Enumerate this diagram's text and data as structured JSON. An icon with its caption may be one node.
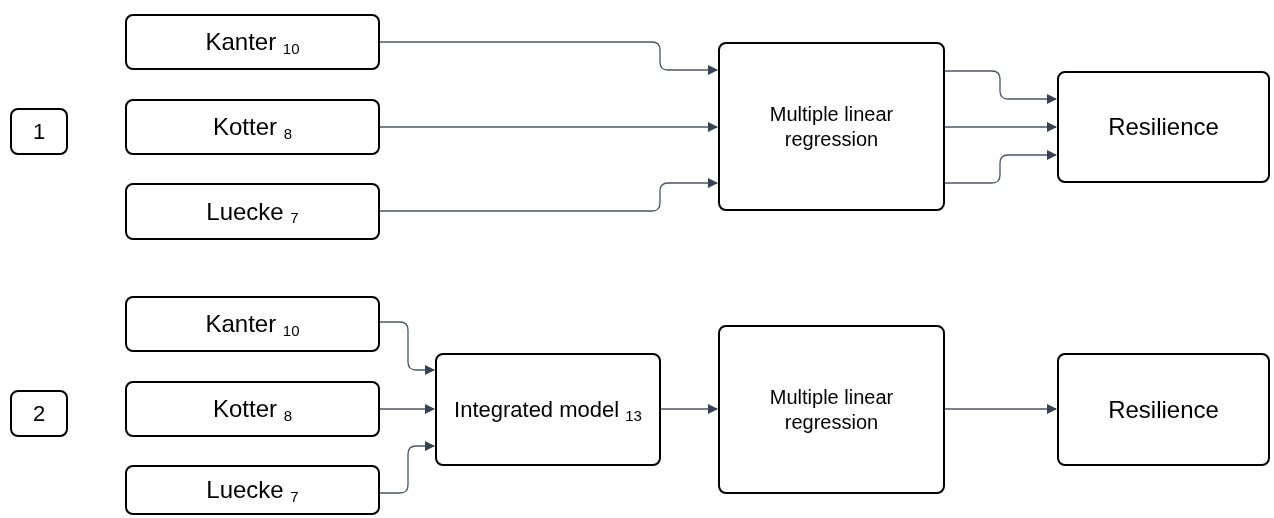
{
  "diagram": {
    "nodes": [
      {
        "text": [
          "1"
        ]
      },
      {
        "text": [
          "Kanter $_{10}$"
        ]
      },
      {
        "text": [
          "Kotter $_{8}$"
        ]
      },
      {
        "text": [
          "Luecke $_{7}$"
        ]
      },
      {
        "text": [
          "Multiple linear regression"
        ]
      },
      {
        "text": [
          "Resilience"
        ]
      },
      {
        "text": [
          "2"
        ]
      },
      {
        "text": [
          "Kanter $_{10}$"
        ]
      },
      {
        "text": [
          "Kotter $_{8}$"
        ]
      },
      {
        "text": [
          "Luecke $_{7}$"
        ]
      },
      {
        "text": [
          "Integrated model $_{13}$"
        ]
      },
      {
        "text": [
          "Multiple linear regression"
        ]
      },
      {
        "text": [
          "Resilience"
        ]
      }
    ],
    "edges": [
      {
        "from": 1,
        "to": 4,
        "arrow": "to"
      },
      {
        "from": 2,
        "to": 4,
        "arrow": "to"
      },
      {
        "from": 3,
        "to": 4,
        "arrow": "to"
      },
      {
        "from": 4,
        "to": 5,
        "arrow": "to"
      },
      {
        "from": 4,
        "to": 5,
        "arrow": "to"
      },
      {
        "from": 4,
        "to": 5,
        "arrow": "to"
      },
      {
        "from": 7,
        "to": 10,
        "arrow": "to"
      },
      {
        "from": 8,
        "to": 10,
        "arrow": "to"
      },
      {
        "from": 9,
        "to": 10,
        "arrow": "to"
      },
      {
        "from": 10,
        "to": 11,
        "arrow": "to"
      },
      {
        "from": 11,
        "to": 12,
        "arrow": "to"
      }
    ]
  }
}
